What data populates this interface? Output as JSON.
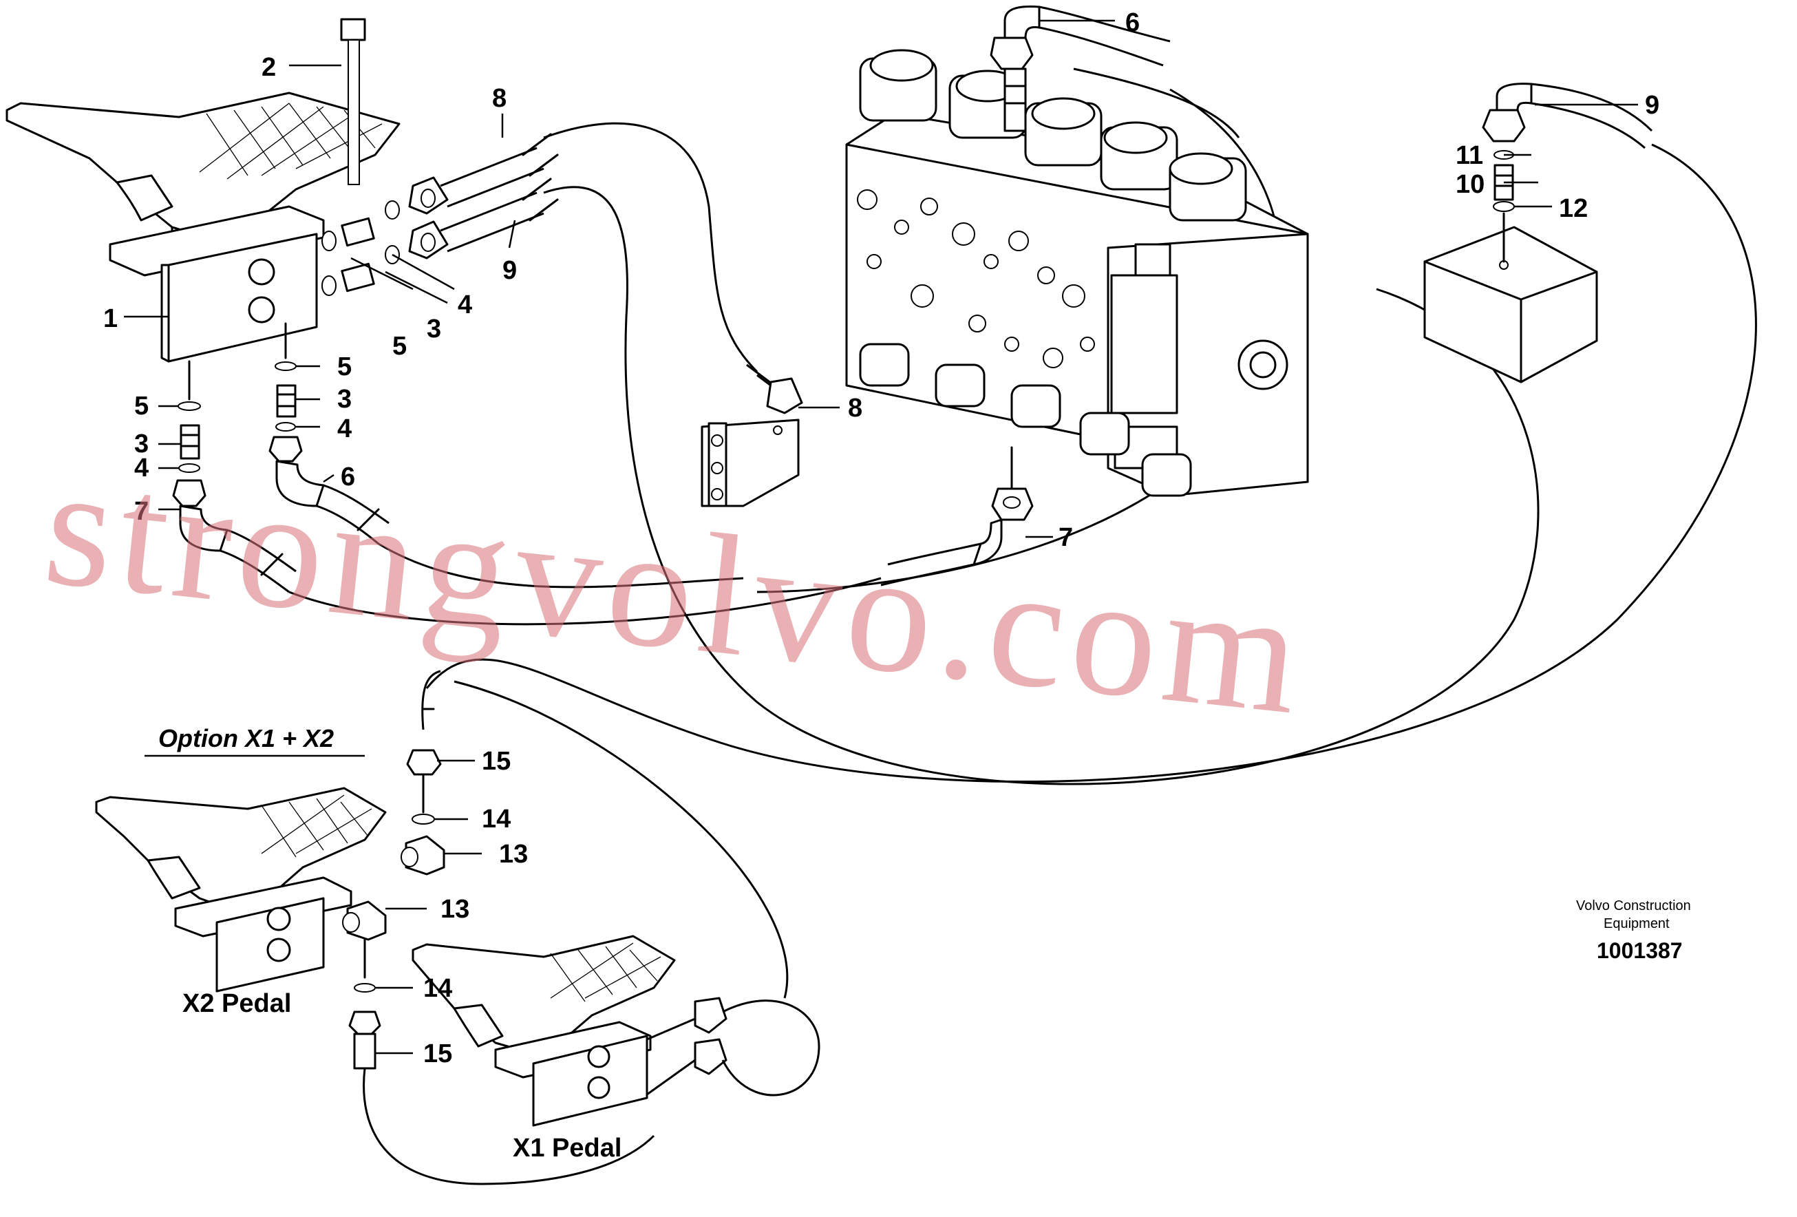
{
  "callouts": [
    {
      "n": "1"
    },
    {
      "n": "2"
    },
    {
      "n": "3"
    },
    {
      "n": "4"
    },
    {
      "n": "5"
    },
    {
      "n": "6"
    },
    {
      "n": "7"
    },
    {
      "n": "8"
    },
    {
      "n": "9"
    },
    {
      "n": "10"
    },
    {
      "n": "11"
    },
    {
      "n": "12"
    },
    {
      "n": "13"
    },
    {
      "n": "14"
    },
    {
      "n": "15"
    }
  ],
  "option_label": "Option X1 + X2",
  "pedal_x1_label": "X1 Pedal",
  "pedal_x2_label": "X2 Pedal",
  "maker_line1": "Volvo Construction",
  "maker_line2": "Equipment",
  "drawing_ref": "1001387",
  "watermark": "strongvolvo.com",
  "colors": {
    "line": "#000000",
    "watermark": "#d9737a",
    "background": "#ffffff"
  }
}
